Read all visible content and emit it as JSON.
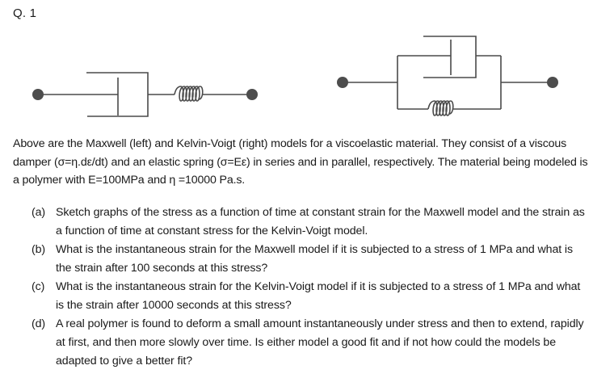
{
  "question": {
    "label": "Q. 1"
  },
  "diagrams": {
    "left_model": "Maxwell",
    "right_model": "Kelvin-Voigt",
    "line_color": "#4a4a4a",
    "node_color": "#4d4d4d"
  },
  "intro": {
    "text": "Above are the Maxwell (left) and Kelvin-Voigt (right) models for a viscoelastic material. They consist of a viscous damper (σ=η.dε/dt) and an elastic spring (σ=Eε) in series and in parallel, respectively. The material being modeled is a polymer with E=100MPa and η =10000 Pa.s."
  },
  "parts": [
    {
      "label": "(a)",
      "text": "Sketch graphs of the stress as a function of time at constant strain for the Maxwell model and the strain as a function of time at constant stress for the Kelvin-Voigt model."
    },
    {
      "label": "(b)",
      "text": "What is the instantaneous strain for the Maxwell model if it is subjected to a stress of 1 MPa and what is the strain after 100 seconds at this stress?"
    },
    {
      "label": "(c)",
      "text": "What is the instantaneous strain for the Kelvin-Voigt model if it is subjected to a stress of 1 MPa and what is the strain after 10000 seconds at this stress?"
    },
    {
      "label": "(d)",
      "text": "A real polymer is found to deform a small amount instantaneously under stress and then to extend, rapidly at first, and then more slowly over time. Is either model a good fit and if not how could the models be adapted to give a better fit?"
    }
  ]
}
